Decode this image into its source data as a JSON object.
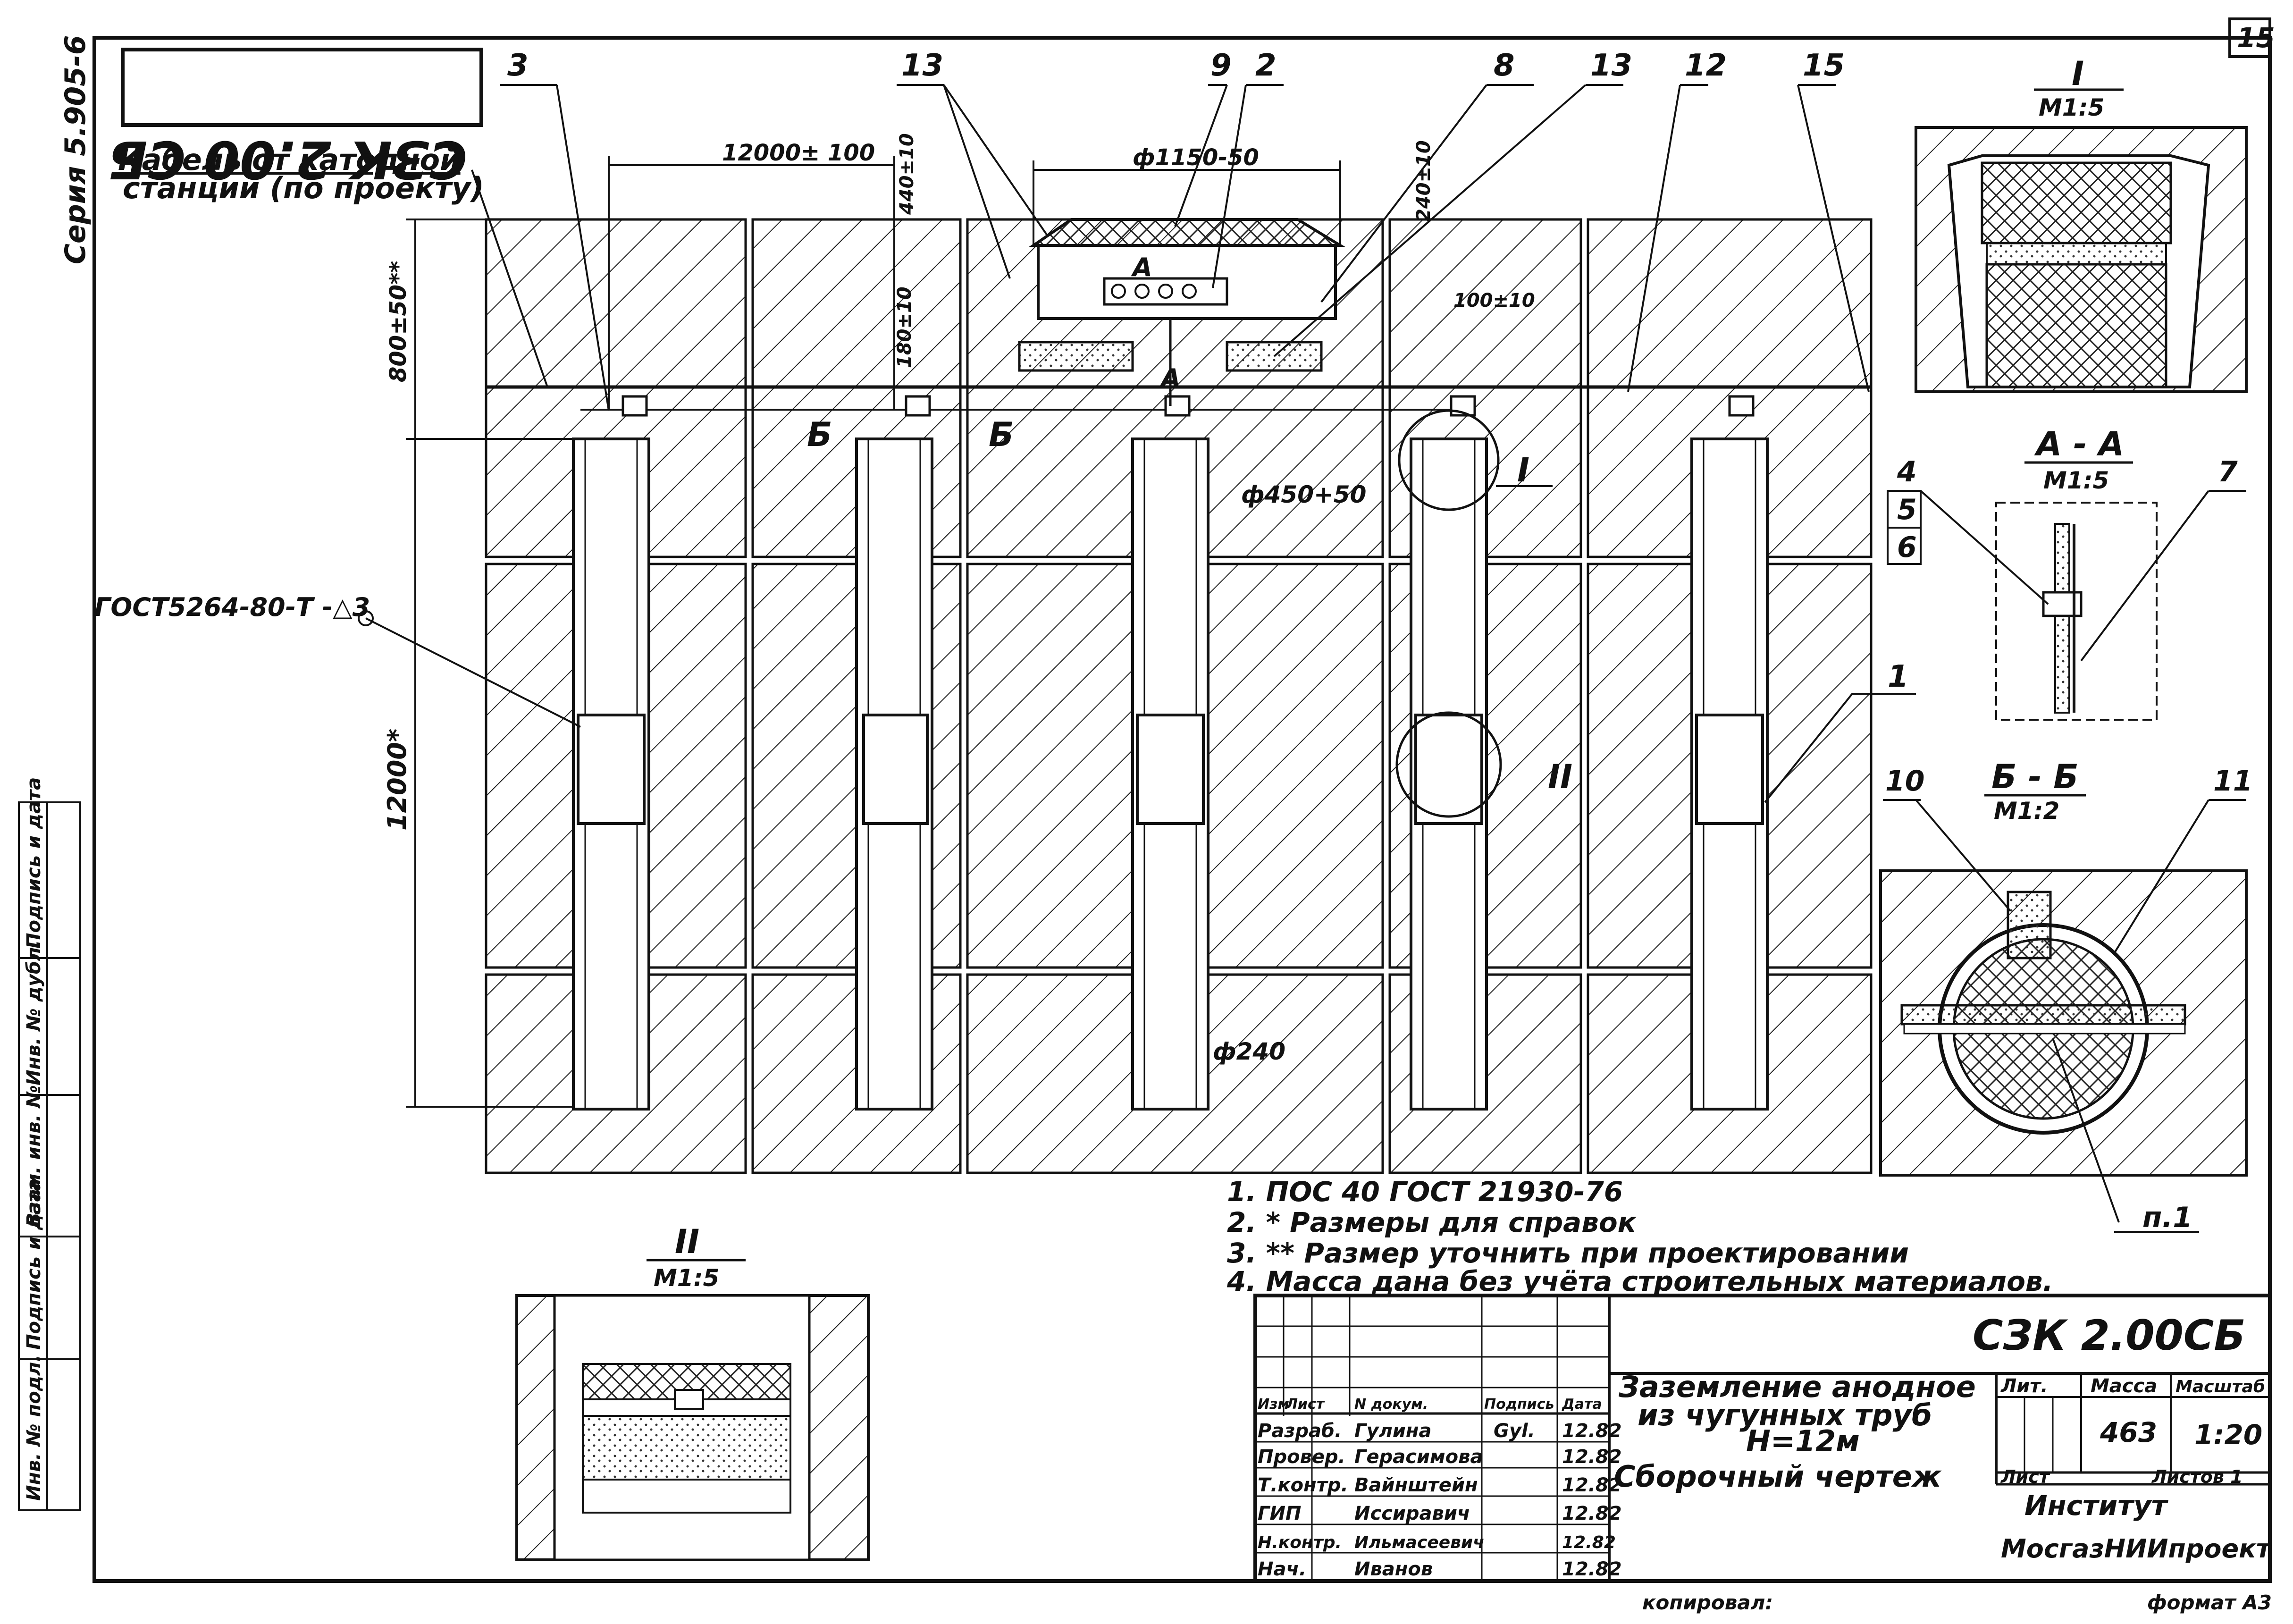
{
  "sheet": {
    "series": "Серия 5.905-6",
    "sheet_no": "15",
    "code_mirrored": "СЗК 2.00 СБ",
    "cable_note_1": "Кабель от катодной",
    "cable_note_2": "станции (по проекту)",
    "weld_note": "ГОСТ5264-80-Т -△3",
    "tracing": "копировал:",
    "format": "формат А3"
  },
  "dimensions": {
    "spacing": "12000± 100",
    "cap_diam": "ф1150-50",
    "top_depth": "800±50**",
    "pipe_depth": "12000*",
    "d440": "440±10",
    "d180": "180±10",
    "d240": "240±10",
    "d100": "100±10",
    "d450": "ф450+50",
    "d240pipe": "ф240"
  },
  "callouts": [
    "3",
    "13",
    "9",
    "2",
    "8",
    "13",
    "12",
    "15",
    "1",
    "4",
    "5",
    "6",
    "7",
    "10",
    "11",
    "п.1"
  ],
  "sections": {
    "b": "Б",
    "a": "А",
    "detail_1": "I",
    "detail_2": "II",
    "scale_15": "М1:5",
    "scale_12": "М1:2",
    "aa": "А - А",
    "bb": "Б - Б"
  },
  "notes": [
    "1. ПОС 40 ГОСТ 21930-76",
    "2. * Размеры для справок",
    "3. ** Размер уточнить при проектировании",
    "4. Масса дана без учёта строительных материалов."
  ],
  "stamp": {
    "doc_code": "СЗК 2.00СБ",
    "title_1": "Заземление анодное",
    "title_2": "из чугунных труб",
    "title_3": "Н=12м",
    "doc_type": "Сборочный чертеж",
    "lit_header": "Лит.",
    "mass_header": "Масса",
    "scale_header": "Масштаб",
    "mass": "463",
    "scale": "1:20",
    "sheet_label": "Лист",
    "sheets_label": "Листов 1",
    "org_1": "Институт",
    "org_2": "МосгазНИИпроект",
    "rows": [
      {
        "role": "Изм",
        "sheet": "Лист",
        "name": "N докум.",
        "sign": "Подпись",
        "date": "Дата"
      },
      {
        "role": "Разраб.",
        "name": "Гулина",
        "sign": "Gyl.",
        "date": "12.82"
      },
      {
        "role": "Провер.",
        "name": "Герасимова",
        "sign": "",
        "date": "12.82"
      },
      {
        "role": "Т.контр.",
        "name": "Вайнштейн",
        "sign": "",
        "date": "12.82"
      },
      {
        "role": "ГИП",
        "name": "Иссиравич",
        "sign": "",
        "date": "12.82"
      },
      {
        "role": "Н.контр.",
        "name": "Ильмасеевич",
        "sign": "",
        "date": "12.82"
      },
      {
        "role": "Нач.",
        "name": "Иванов",
        "sign": "",
        "date": "12.82"
      }
    ]
  },
  "side_labels": [
    "Подпись и дата",
    "Инв. № дубл.",
    "Взам. инв. №",
    "Подпись и дата",
    "Инв. № подл."
  ]
}
